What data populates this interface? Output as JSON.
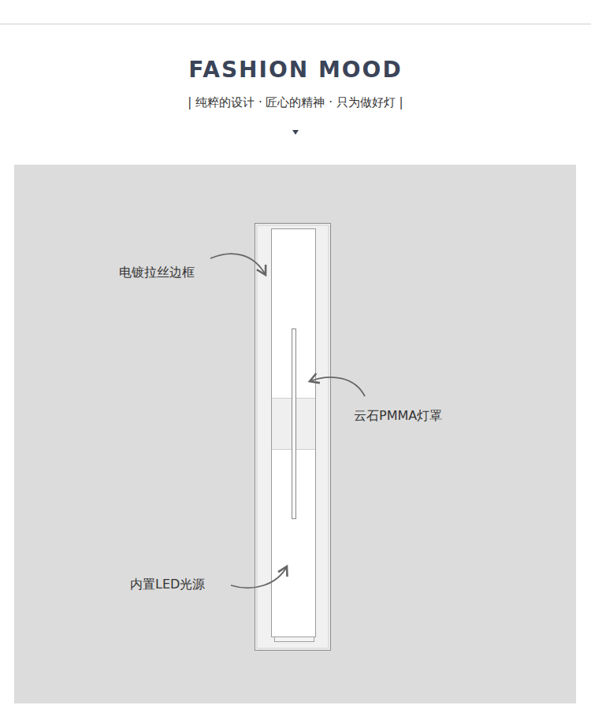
{
  "diagram": {
    "title": "FASHION MOOD",
    "caption": "| 纯粹的设计 · 匠心的精神 · 只为做好灯 |",
    "labels": [
      "电镀拉丝边框",
      "云石PMMA灯罩",
      "内置LED光源"
    ]
  }
}
